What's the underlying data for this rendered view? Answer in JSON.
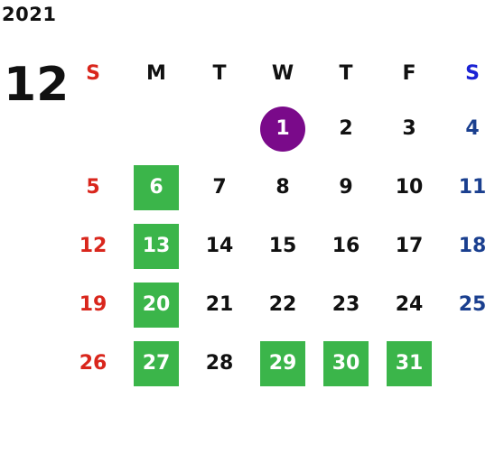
{
  "year": "2021",
  "month": "12",
  "weekdays": [
    "S",
    "M",
    "T",
    "W",
    "T",
    "F",
    "S"
  ],
  "weeks": [
    [
      "",
      "",
      "",
      "1",
      "2",
      "3",
      "4"
    ],
    [
      "5",
      "6",
      "7",
      "8",
      "9",
      "10",
      "11"
    ],
    [
      "12",
      "13",
      "14",
      "15",
      "16",
      "17",
      "18"
    ],
    [
      "19",
      "20",
      "21",
      "22",
      "23",
      "24",
      "25"
    ],
    [
      "26",
      "27",
      "28",
      "29",
      "30",
      "31",
      ""
    ]
  ],
  "highlight_colors": {
    "green": "#3bb54a",
    "purple": "#7a0a8a",
    "sunday": "#d9261c",
    "saturday": "#1a3f8f"
  },
  "highlighted_green": [
    "6",
    "13",
    "20",
    "27",
    "29",
    "30",
    "31"
  ],
  "highlighted_purple": [
    "1"
  ]
}
